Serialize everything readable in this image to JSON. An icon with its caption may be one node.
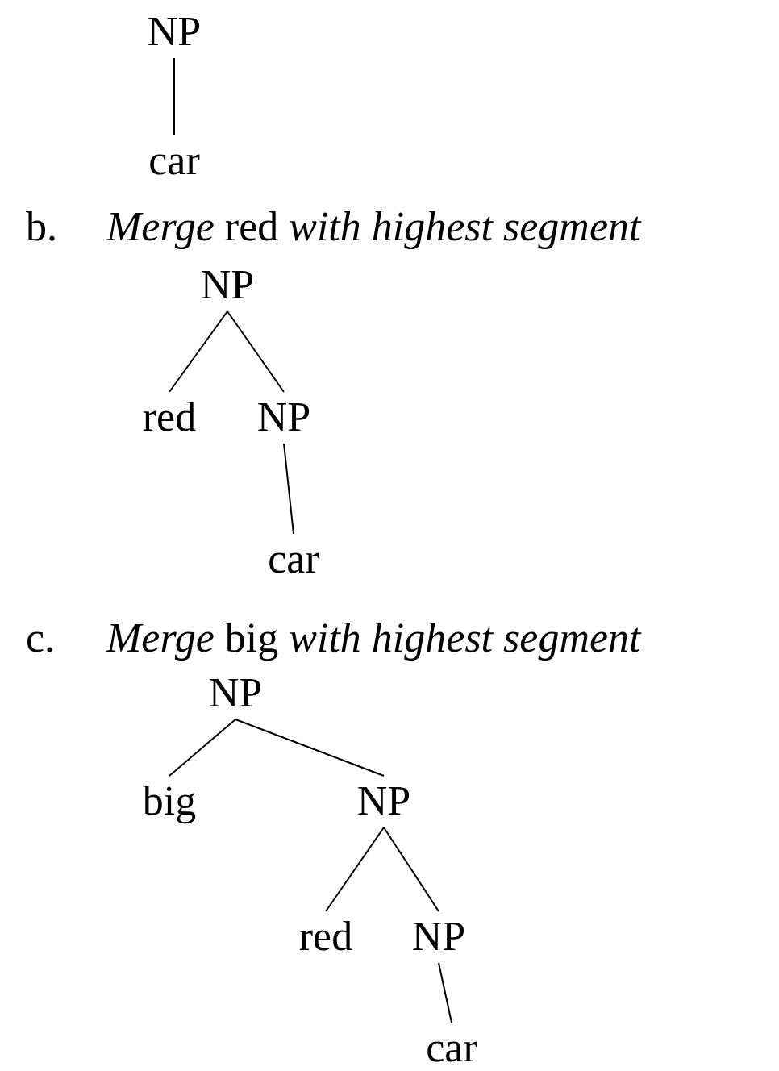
{
  "diagram": {
    "nodes": [
      {
        "text": [
          "NP"
        ]
      },
      {
        "text": [
          "car"
        ]
      },
      {
        "text": [
          "NP"
        ]
      },
      {
        "text": [
          "red"
        ]
      },
      {
        "text": [
          "NP"
        ]
      },
      {
        "text": [
          "car"
        ]
      },
      {
        "text": [
          "NP"
        ]
      },
      {
        "text": [
          "big"
        ]
      },
      {
        "text": [
          "NP"
        ]
      },
      {
        "text": [
          "red"
        ]
      },
      {
        "text": [
          "NP"
        ]
      },
      {
        "text": [
          "car"
        ]
      }
    ],
    "edges": [
      {
        "from": 0,
        "to": 1,
        "arrow": "none"
      },
      {
        "from": 2,
        "to": 3,
        "arrow": "none"
      },
      {
        "from": 2,
        "to": 4,
        "arrow": "none"
      },
      {
        "from": 4,
        "to": 5,
        "arrow": "none"
      },
      {
        "from": 6,
        "to": 7,
        "arrow": "none"
      },
      {
        "from": 6,
        "to": 8,
        "arrow": "none"
      },
      {
        "from": 8,
        "to": 9,
        "arrow": "none"
      },
      {
        "from": 8,
        "to": 10,
        "arrow": "none"
      },
      {
        "from": 10,
        "to": 11,
        "arrow": "none"
      }
    ],
    "labels": [
      "b.",
      "*Merge* red *with highest segment*",
      "c.",
      "*Merge* big *with highest segment*"
    ]
  }
}
